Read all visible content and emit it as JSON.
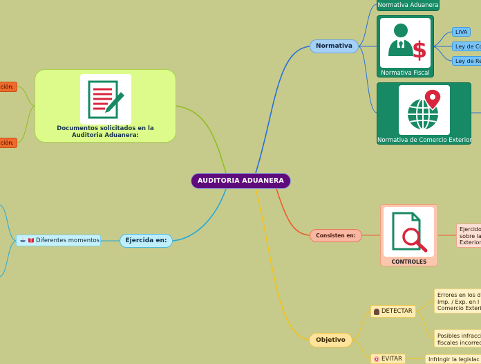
{
  "central": {
    "label": "AUDITORIA ADUANERA"
  },
  "branches": {
    "normativa": {
      "label": "Normativa",
      "cards": {
        "aduanera": {
          "caption": "Normativa Aduanera",
          "icon": "law-icon"
        },
        "fiscal": {
          "caption": "Normativa Fiscal",
          "icon": "person-dollar-icon"
        },
        "comercio": {
          "caption": "Normativa de Comercio Exterior",
          "icon": "globe-pin-icon"
        }
      },
      "leaves": [
        "LIVA",
        "Ley de Co",
        "Ley de Re"
      ]
    },
    "documentos": {
      "caption": "Documentos solicitados en la\nAuditoria Aduanera:",
      "icon": "document-pen-icon",
      "leaves": [
        "ción:",
        "ción:"
      ]
    },
    "ejercida": {
      "label": "Ejercida en:",
      "child": {
        "label": "Diferentes momentos",
        "icons": [
          "ship-icon",
          "book-icon"
        ]
      }
    },
    "consisten": {
      "label": "Consisten en:",
      "card": {
        "caption": "CONTROLES",
        "icon": "document-search-icon"
      },
      "leaf": "Ejercido\nsobre la\nExterior"
    },
    "objetivo": {
      "label": "Objetivo",
      "detectar": {
        "label": "DETECTAR",
        "icon": "detective-icon",
        "leaves": [
          "Errores en los d\nImp. / Exp. en l\nComercio Exteri",
          "Posibles infracci\nfiscales incorrec"
        ]
      },
      "evitar": {
        "label": "EVITAR",
        "icon": "target-icon",
        "leaf": "Infringir la legislac"
      }
    }
  },
  "colors": {
    "background": "#c6cb8c",
    "central": "#5e0b7c",
    "normativa_line": "#2a6fd6",
    "documentos_line": "#8fbf1f",
    "ejercida_line": "#24a8d8",
    "consisten_line": "#ee5b2b",
    "objetivo_line": "#f2c21c",
    "card_green": "#178a65"
  }
}
